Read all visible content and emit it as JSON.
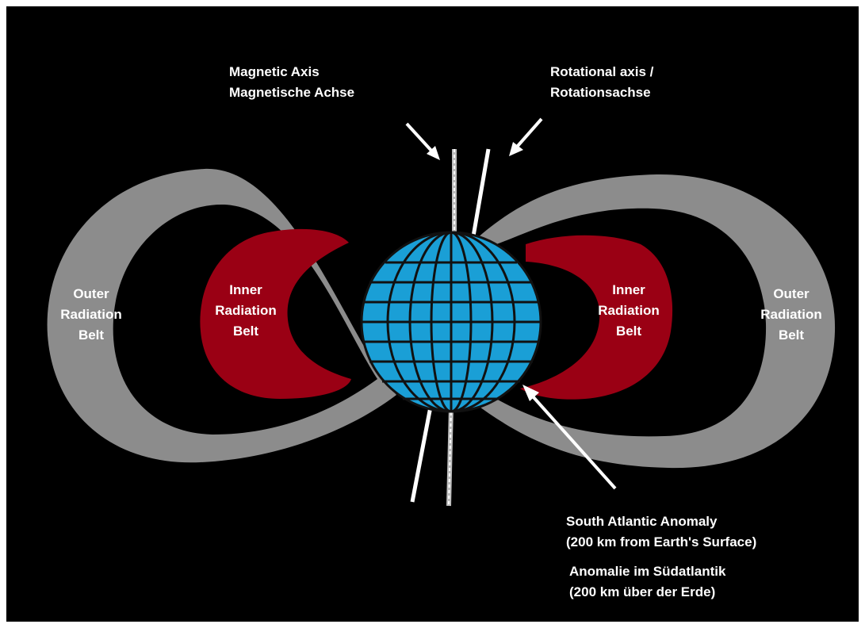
{
  "colors": {
    "background": "#000000",
    "outer_belt": "#8c8c8c",
    "inner_belt": "#9a0014",
    "earth": "#1a9fd6",
    "grid": "#111111",
    "text": "#ffffff"
  },
  "labels": {
    "magnetic_axis": {
      "line1": "Magnetic Axis",
      "line2": "Magnetische Achse"
    },
    "rotational_axis": {
      "line1": "Rotational axis /",
      "line2": "Rotationsachse"
    },
    "outer_belt_left": {
      "line1": "Outer",
      "line2": "Radiation",
      "line3": "Belt"
    },
    "outer_belt_right": {
      "line1": "Outer",
      "line2": "Radiation",
      "line3": "Belt"
    },
    "inner_belt_left": {
      "line1": "Inner",
      "line2": "Radiation",
      "line3": "Belt"
    },
    "inner_belt_right": {
      "line1": "Inner",
      "line2": "Radiation",
      "line3": "Belt"
    },
    "saa_english": {
      "line1": "South Atlantic Anomaly",
      "line2": "(200 km from Earth's Surface)"
    },
    "saa_german": {
      "line1": "Anomalie im Südatlantik",
      "line2": "(200 km über der Erde)"
    }
  }
}
